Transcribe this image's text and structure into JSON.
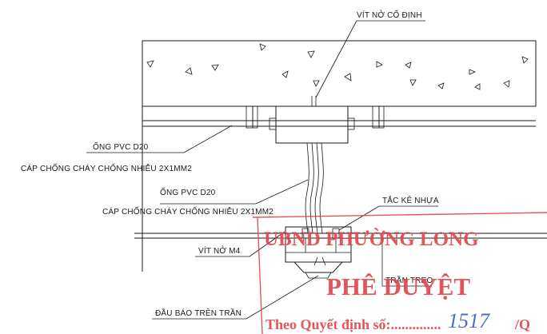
{
  "labels": {
    "anchor_top": "VÍT NỞ CỐ ĐỊNH",
    "pvc_1": "ỐNG PVC D20",
    "cable_1": "CÁP CHỐNG CHÁY CHỐNG NHIỄU 2X1MM2",
    "pvc_2": "ỐNG PVC D20",
    "cable_2": "CÁP CHỐNG CHÁY CHỐNG NHIỄU 2X1MM2",
    "plastic_plug": "TẮC KÊ NHỰA",
    "screw_m4": "VÍT NỞ M4",
    "false_ceiling": "TRẦN TREO",
    "ceiling_detector": "ĐẦU BÁO TRÊN TRẦN"
  },
  "stamp": {
    "authority": "UBND PHƯỜNG LONG",
    "approval": "PHÊ DUYỆT",
    "decision_prefix": "Theo Quyết định số:..............",
    "decision_number": "1517",
    "decision_suffix": "/Q"
  },
  "colors": {
    "ink": "#1a1a1a",
    "stamp": "#e2474d",
    "handwriting": "#3d5fc4"
  },
  "icons": [
    "concrete-aggregate-icon",
    "ceiling-smoke-detector-icon"
  ]
}
